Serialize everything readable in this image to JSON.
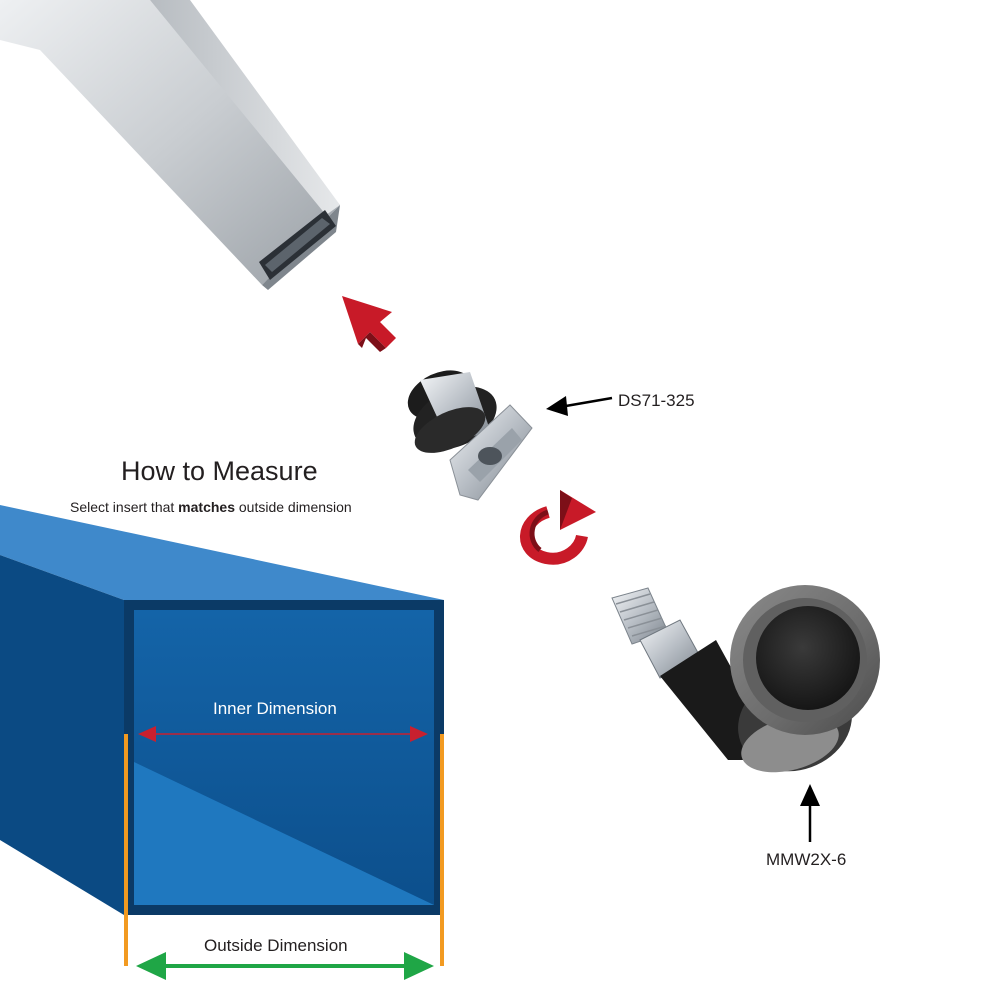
{
  "heading": "How to Measure",
  "subheading": {
    "before": "Select insert that",
    "emphasis": "matches",
    "after": "outside dimension"
  },
  "parts": {
    "insert": "DS71-325",
    "caster": "MMW2X-6"
  },
  "dimensions": {
    "inner": "Inner Dimension",
    "outer": "Outside Dimension"
  },
  "colors": {
    "tube_blue": "#0f5ea0",
    "tube_top": "#3f89cb",
    "tube_frame": "#0b3a66",
    "inner_arrow": "#c8202f",
    "outside_arrow": "#1fa646",
    "edge_marker": "#f29a21",
    "direction_arrow": "#c81a28"
  },
  "icons": [
    "insert-direction-arrow-icon",
    "rotate-arrow-icon",
    "callout-arrow-icon"
  ]
}
